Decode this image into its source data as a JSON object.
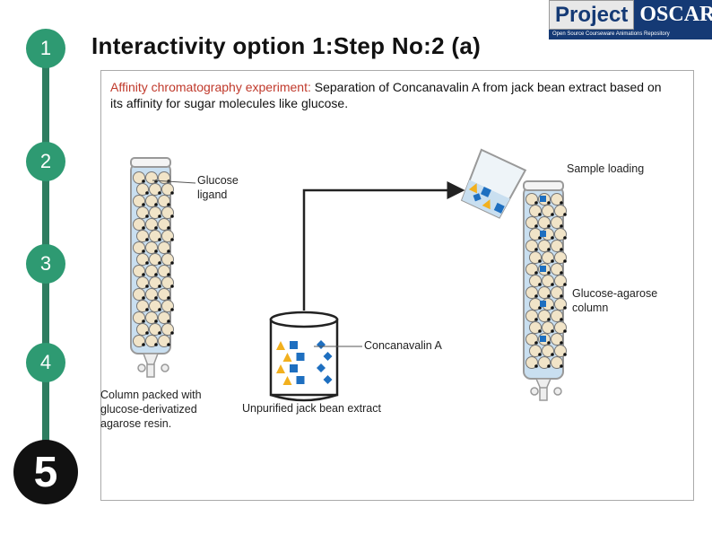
{
  "steps": [
    "1",
    "2",
    "3",
    "4",
    "5"
  ],
  "title": "Interactivity option 1:Step No:2 (a)",
  "logo": {
    "word1": "Project",
    "word2": "OSCAR",
    "tagline": "Open Source Courseware Animations Repository"
  },
  "description": {
    "highlight": "Affinity chromatography experiment:",
    "text": " Separation of Concanavalin A from jack bean extract based on its affinity for sugar molecules like glucose."
  },
  "labels": {
    "glucose_ligand_1": "Glucose",
    "glucose_ligand_2": "ligand",
    "sample_loading": "Sample loading",
    "column_agarose_1": "Glucose-agarose",
    "column_agarose_2": "column",
    "concanavalin": "Concanavalin A",
    "column_packed_1": "Column packed with",
    "column_packed_2": "glucose-derivatized",
    "column_packed_3": "agarose resin.",
    "unpurified": "Unpurified jack bean extract"
  },
  "colors": {
    "step": "#2e9a72",
    "step_final": "#111111",
    "accent": "#c0392b",
    "logo": "#153a75"
  }
}
